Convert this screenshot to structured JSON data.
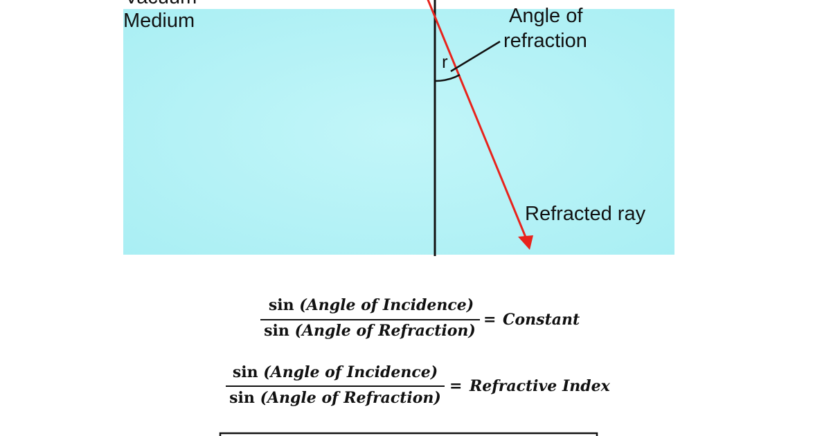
{
  "diagram": {
    "medium_label_partial": "Vacuum",
    "medium_label": "Medium",
    "angle_label_line1": "Angle of",
    "angle_label_line2": "refraction",
    "angle_symbol": "r",
    "refracted_label": "Refracted ray"
  },
  "equations": [
    {
      "sin_prefix_num": "sin",
      "numerator": "(Angle of Incidence)",
      "sin_prefix_den": "sin",
      "denominator": "(Angle of Refraction)",
      "equals": "=",
      "result": "Constant"
    },
    {
      "sin_prefix_num": "sin",
      "numerator": "(Angle of Incidence)",
      "sin_prefix_den": "sin",
      "denominator": "(Angle of Refraction)",
      "equals": "=",
      "result": "Refractive Index"
    }
  ],
  "colors": {
    "medium_fill": "#b3f2f6",
    "medium_glow": "#9febf1",
    "ray": "#e8231c",
    "normal": "#111111"
  }
}
